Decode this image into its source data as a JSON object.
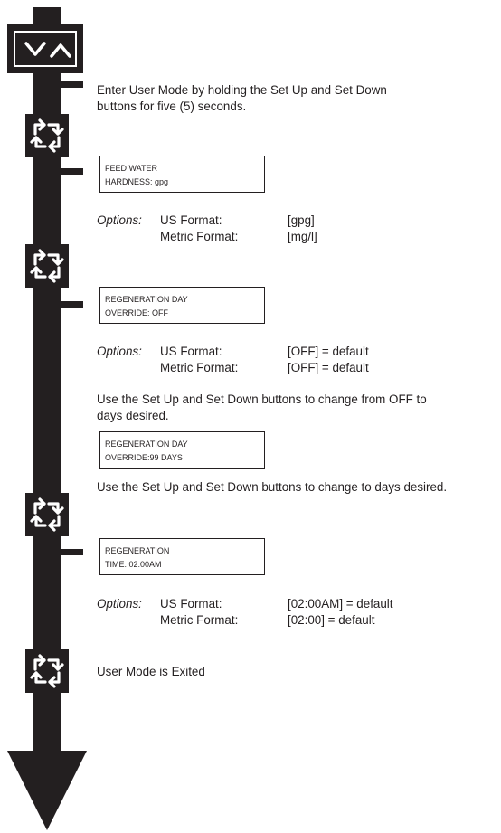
{
  "intro": {
    "line1": "Enter User Mode by holding the Set Up and Set Down",
    "line2": "buttons for five (5) seconds."
  },
  "displays": [
    {
      "line1": "FEED WATER",
      "line2": "HARDNESS:  gpg"
    },
    {
      "line1": "REGENERATION DAY",
      "line2": "OVERRIDE: OFF"
    },
    {
      "line1": "REGENERATION DAY",
      "line2": "OVERRIDE:99 DAYS"
    },
    {
      "line1": "REGENERATION",
      "line2": "TIME:   02:00AM"
    }
  ],
  "options": [
    {
      "label": "Options:",
      "us_label": "US Format:",
      "us_value": "[gpg]",
      "metric_label": "Metric Format:",
      "metric_value": "[mg/l]"
    },
    {
      "label": "Options:",
      "us_label": "US Format:",
      "us_value": "[OFF] = default",
      "metric_label": "Metric Format:",
      "metric_value": "[OFF] = default"
    },
    {
      "label": "Options:",
      "us_label": "US Format:",
      "us_value": "[02:00AM] = default",
      "metric_label": "Metric Format:",
      "metric_value": "[02:00] = default"
    }
  ],
  "instructions": {
    "change_from_off_1": "Use the Set Up and Set Down buttons to change from OFF to",
    "change_from_off_2": "days desired.",
    "change_days": "Use the Set Up and Set Down buttons to change to days desired.",
    "exit": "User Mode is Exited"
  },
  "icons": {
    "updown": "down-up-chevron-icon",
    "cycle": "cycle-arrows-icon"
  },
  "colors": {
    "ink": "#231f20",
    "background": "#ffffff"
  }
}
